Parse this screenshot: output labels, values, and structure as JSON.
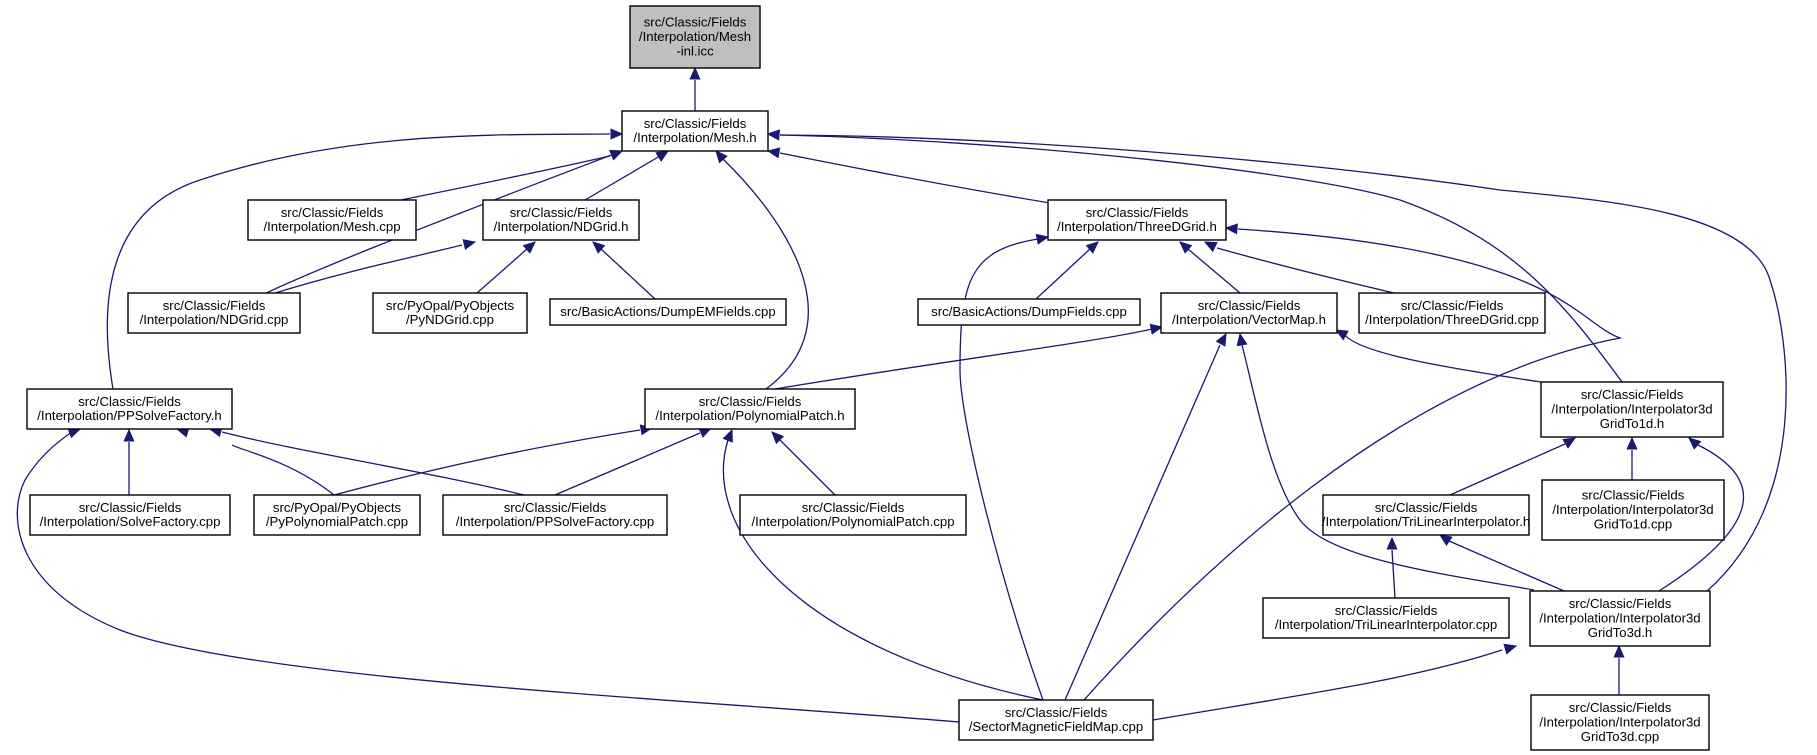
{
  "diagram": {
    "colors": {
      "edge": "#191970",
      "node_border": "#000000",
      "node_fill": "#ffffff",
      "root_fill": "#bfbfbf"
    },
    "nodes": [
      {
        "id": "mesh_inl",
        "root": true,
        "lines": [
          "src/Classic/Fields",
          "/Interpolation/Mesh",
          "-inl.icc"
        ]
      },
      {
        "id": "mesh_h",
        "lines": [
          "src/Classic/Fields",
          "/Interpolation/Mesh.h"
        ]
      },
      {
        "id": "mesh_cpp",
        "lines": [
          "src/Classic/Fields",
          "/Interpolation/Mesh.cpp"
        ]
      },
      {
        "id": "ndgrid_h",
        "lines": [
          "src/Classic/Fields",
          "/Interpolation/NDGrid.h"
        ]
      },
      {
        "id": "threedgrid_h",
        "lines": [
          "src/Classic/Fields",
          "/Interpolation/ThreeDGrid.h"
        ]
      },
      {
        "id": "ndgrid_cpp",
        "lines": [
          "src/Classic/Fields",
          "/Interpolation/NDGrid.cpp"
        ]
      },
      {
        "id": "pyndgrid",
        "lines": [
          "src/PyOpal/PyObjects",
          "/PyNDGrid.cpp"
        ]
      },
      {
        "id": "dumpemfields",
        "lines": [
          "src/BasicActions/DumpEMFields.cpp"
        ]
      },
      {
        "id": "dumpfields",
        "lines": [
          "src/BasicActions/DumpFields.cpp"
        ]
      },
      {
        "id": "vectormap_h",
        "lines": [
          "src/Classic/Fields",
          "/Interpolation/VectorMap.h"
        ]
      },
      {
        "id": "threedgrid_cpp",
        "lines": [
          "src/Classic/Fields",
          "/Interpolation/ThreeDGrid.cpp"
        ]
      },
      {
        "id": "ppsolvefactory_h",
        "lines": [
          "src/Classic/Fields",
          "/Interpolation/PPSolveFactory.h"
        ]
      },
      {
        "id": "polypatch_h",
        "lines": [
          "src/Classic/Fields",
          "/Interpolation/PolynomialPatch.h"
        ]
      },
      {
        "id": "interp1d_h",
        "lines": [
          "src/Classic/Fields",
          "/Interpolation/Interpolator3d",
          "GridTo1d.h"
        ]
      },
      {
        "id": "solvefactory_cpp",
        "lines": [
          "src/Classic/Fields",
          "/Interpolation/SolveFactory.cpp"
        ]
      },
      {
        "id": "pypolypatch",
        "lines": [
          "src/PyOpal/PyObjects",
          "/PyPolynomialPatch.cpp"
        ]
      },
      {
        "id": "ppsolvefactory_cpp",
        "lines": [
          "src/Classic/Fields",
          "/Interpolation/PPSolveFactory.cpp"
        ]
      },
      {
        "id": "polypatch_cpp",
        "lines": [
          "src/Classic/Fields",
          "/Interpolation/PolynomialPatch.cpp"
        ]
      },
      {
        "id": "trilinear_h",
        "lines": [
          "src/Classic/Fields",
          "/Interpolation/TriLinearInterpolator.h"
        ]
      },
      {
        "id": "interp1d_cpp",
        "lines": [
          "src/Classic/Fields",
          "/Interpolation/Interpolator3d",
          "GridTo1d.cpp"
        ]
      },
      {
        "id": "trilinear_cpp",
        "lines": [
          "src/Classic/Fields",
          "/Interpolation/TriLinearInterpolator.cpp"
        ]
      },
      {
        "id": "interp3d_h",
        "lines": [
          "src/Classic/Fields",
          "/Interpolation/Interpolator3d",
          "GridTo3d.h"
        ]
      },
      {
        "id": "sectormap_cpp",
        "lines": [
          "src/Classic/Fields",
          "/SectorMagneticFieldMap.cpp"
        ]
      },
      {
        "id": "interp3d_cpp",
        "lines": [
          "src/Classic/Fields",
          "/Interpolation/Interpolator3d",
          "GridTo3d.cpp"
        ]
      }
    ]
  }
}
